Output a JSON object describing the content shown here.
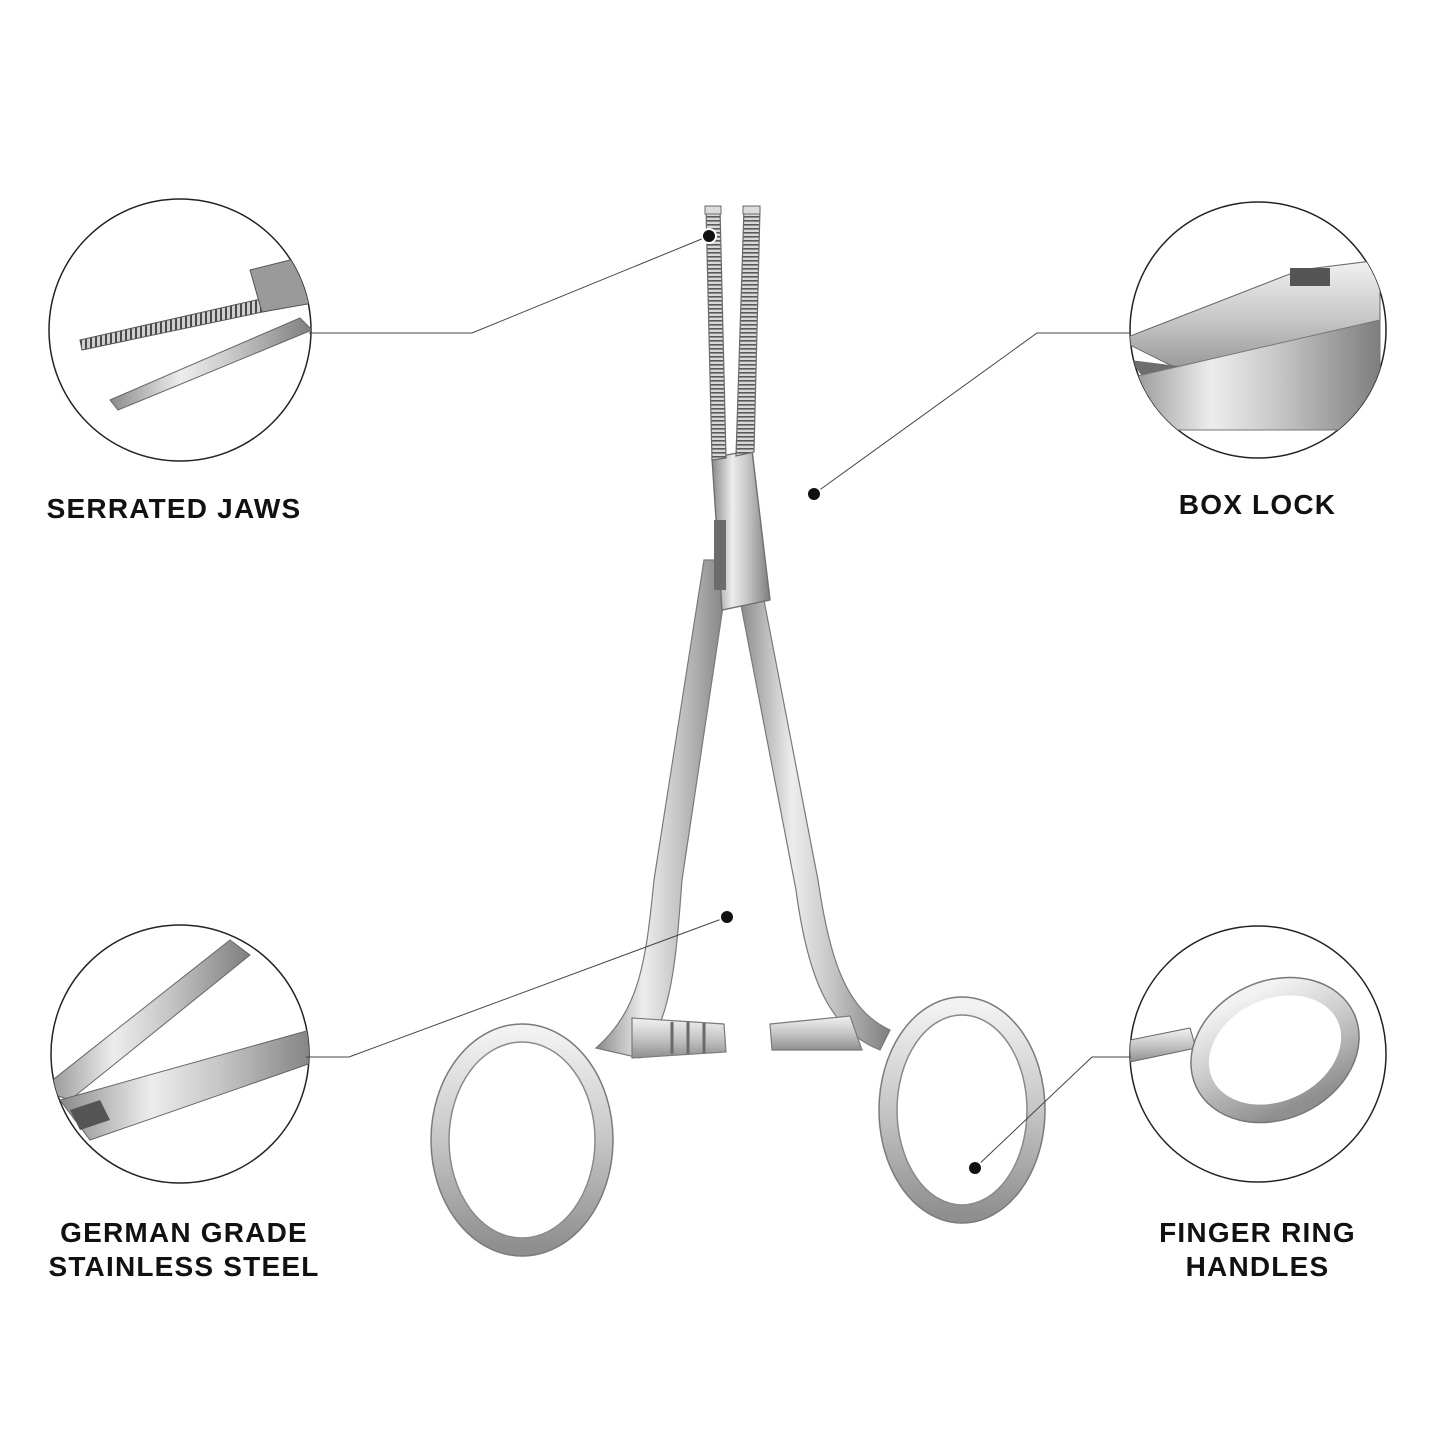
{
  "colors": {
    "background": "#ffffff",
    "text": "#111111",
    "leader_line": "#444444",
    "steel_light": "#e8e8e8",
    "steel_mid": "#c4c4c4",
    "steel_dark": "#8a8a8a"
  },
  "features": {
    "serrated_jaws": {
      "label": "SERRATED JAWS"
    },
    "box_lock": {
      "label": "BOX LOCK"
    },
    "stainless_steel": {
      "line1": "GERMAN GRADE",
      "line2": "STAINLESS STEEL"
    },
    "finger_rings": {
      "line1": "FINGER RING",
      "line2": "HANDLES"
    }
  }
}
